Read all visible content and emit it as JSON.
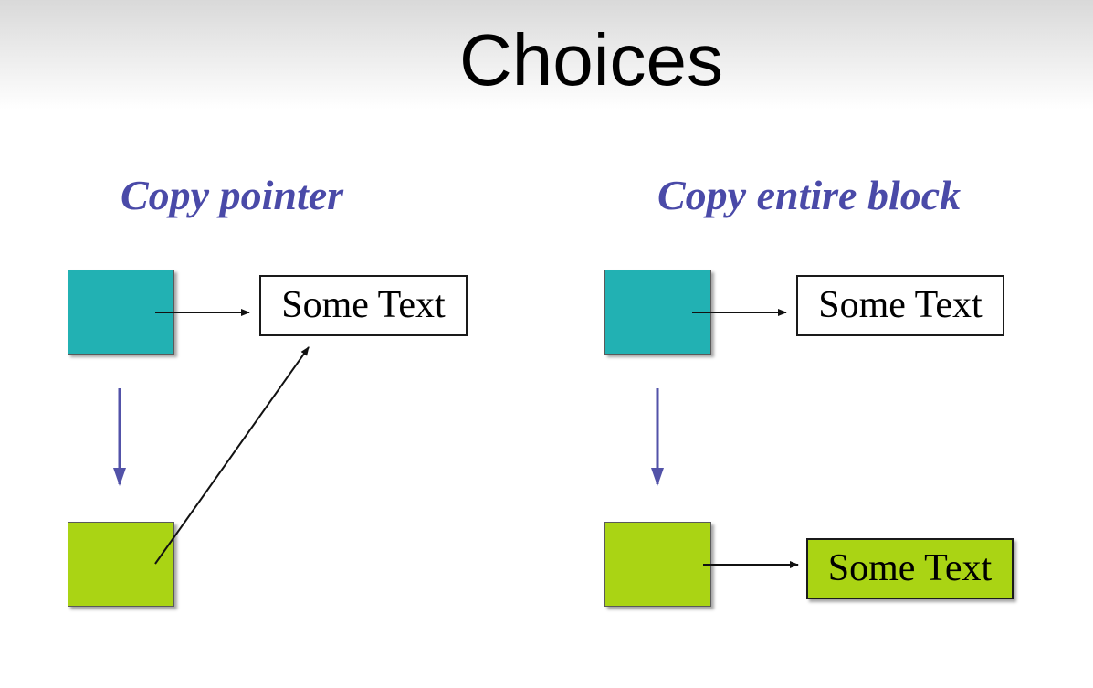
{
  "slide": {
    "title": "Choices"
  },
  "left_panel": {
    "heading": "Copy pointer",
    "text_box": "Some Text"
  },
  "right_panel": {
    "heading": "Copy entire block",
    "original_text_box": "Some Text",
    "copied_text_box": "Some Text"
  },
  "colors": {
    "heading": "#4a4aa8",
    "original_block": "#22b1b3",
    "copy_block": "#aad414",
    "copy_arrow": "#5252a8",
    "pointer_arrow": "#111111",
    "copied_text_box_fill": "#aad414"
  }
}
